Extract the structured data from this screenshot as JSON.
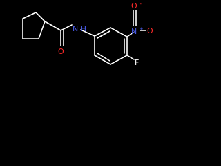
{
  "molecule": {
    "atoms": {
      "n_amide": {
        "text": "N",
        "subscript": "H",
        "color": "#4a5ce8"
      },
      "o_carbonyl": {
        "text": "O",
        "color": "#ff2a2a"
      },
      "n_nitro": {
        "text": "N",
        "charge": "+",
        "color": "#4a5ce8"
      },
      "o_nitro_top": {
        "text": "O",
        "charge": "-",
        "color": "#ff2a2a"
      },
      "o_nitro_side": {
        "text": "O",
        "color": "#ff2a2a"
      },
      "fluorine": {
        "text": "F",
        "color": "#ffffff"
      }
    }
  }
}
